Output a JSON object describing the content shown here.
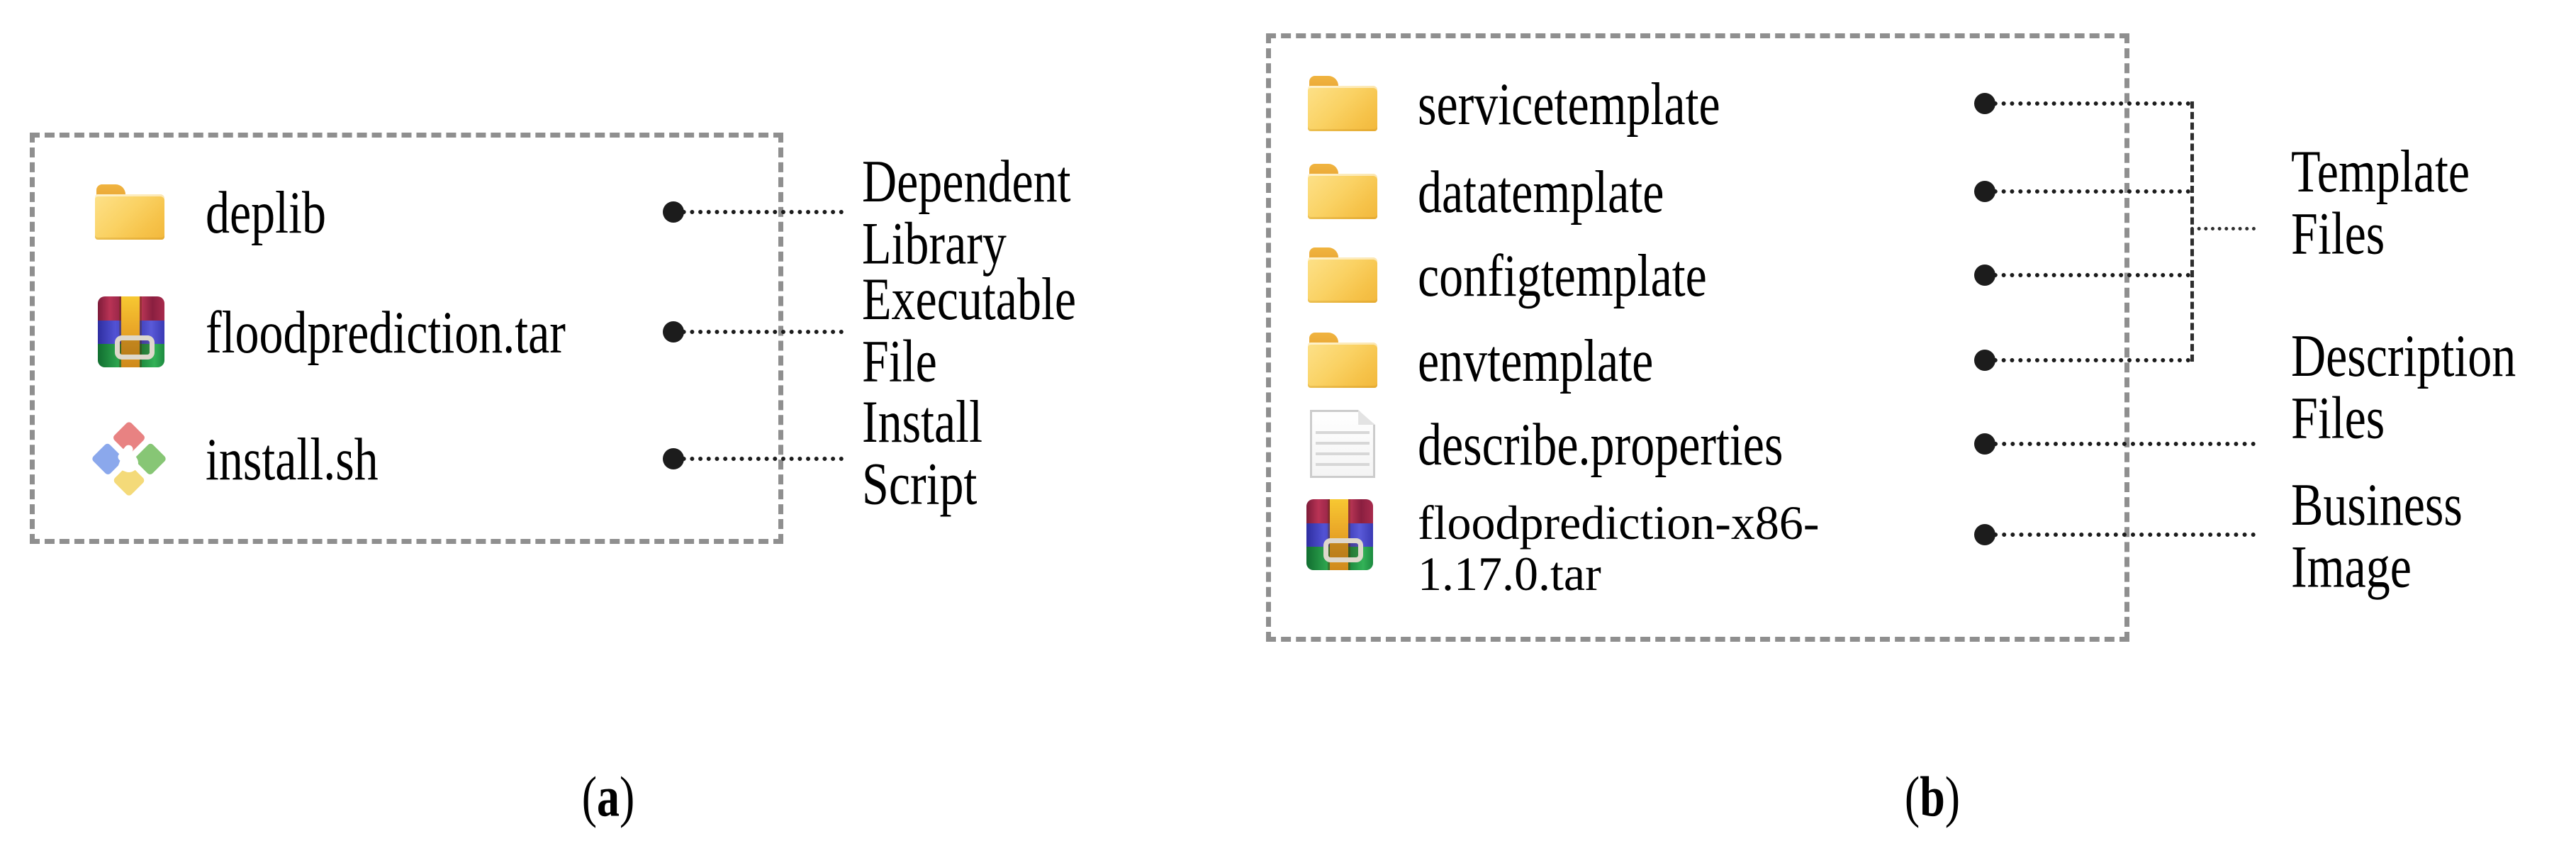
{
  "figure": {
    "panels": [
      {
        "caption": {
          "open": "(",
          "letter": "a",
          "close": ")"
        },
        "files": [
          {
            "icon": "folder-icon",
            "name": "deplib",
            "annotation": {
              "line1": "Dependent",
              "line2": "Library"
            }
          },
          {
            "icon": "rar-archive-icon",
            "name": "floodprediction.tar",
            "annotation": {
              "line1": "Executable",
              "line2": "File"
            }
          },
          {
            "icon": "shell-script-icon",
            "name": "install.sh",
            "annotation": {
              "line1": "Install",
              "line2": "Script"
            }
          }
        ]
      },
      {
        "caption": {
          "open": "(",
          "letter": "b",
          "close": ")"
        },
        "files": [
          {
            "icon": "folder-icon",
            "name": "servicetemplate"
          },
          {
            "icon": "folder-icon",
            "name": "datatemplate"
          },
          {
            "icon": "folder-icon",
            "name": "configtemplate"
          },
          {
            "icon": "folder-icon",
            "name": "envtemplate"
          },
          {
            "icon": "properties-file-icon",
            "name": "describe.properties"
          },
          {
            "icon": "rar-archive-icon",
            "name": "floodprediction-x86-1.17.0.tar",
            "name_line1": "floodprediction-x86-",
            "name_line2": "1.17.0.tar"
          }
        ],
        "annotations": [
          {
            "line1": "Template",
            "line2": "Files"
          },
          {
            "line1": "Description",
            "line2": "Files"
          },
          {
            "line1": "Business",
            "line2": "Image"
          }
        ]
      }
    ],
    "colors": {
      "box_border": "#8f8f8f",
      "connector": "#1c1c1c",
      "folder_body": "#f6c34a",
      "folder_tab": "#e8a232",
      "rar_red": "#a82b4d",
      "rar_blue": "#3a3ab4",
      "rar_green": "#1d8a40",
      "rar_strap": "#eaa828",
      "script_red": "#e88282",
      "script_blue": "#8ba8ec",
      "script_green": "#87c675",
      "script_yellow": "#f4da79",
      "doc_line": "#d7d7d7"
    }
  }
}
